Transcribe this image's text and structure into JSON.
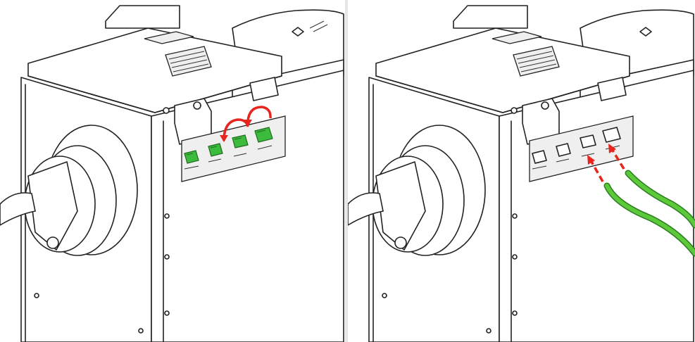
{
  "colors": {
    "cable_gland_green": "#3dbb3d",
    "cable_green": "#5cc93a",
    "arrow_red": "#e8251d",
    "outline": "#222222"
  },
  "panels": [
    {
      "id": "left",
      "step": "remove-gland-caps",
      "glands_highlighted": 4,
      "arrows": "curved"
    },
    {
      "id": "right",
      "step": "insert-cables",
      "glands_highlighted": 0,
      "cables": 2,
      "arrows": "straight-dashed"
    }
  ]
}
